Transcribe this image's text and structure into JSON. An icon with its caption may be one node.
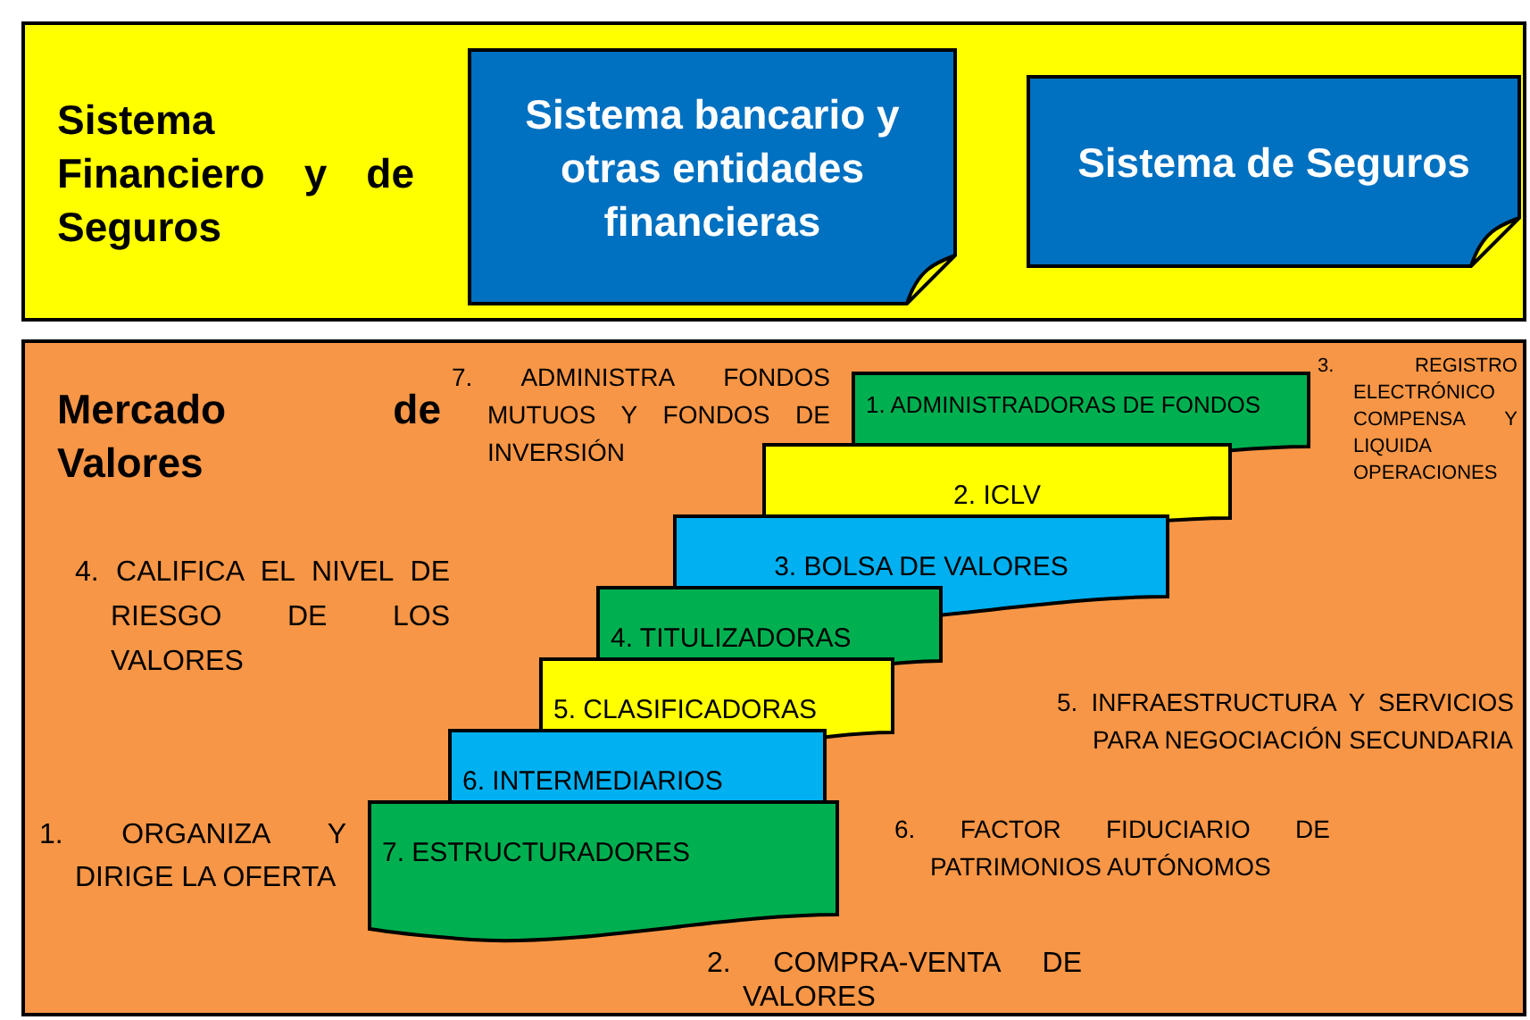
{
  "diagram": {
    "nodes": [
      {
        "text": [
          "Sistema Financiero y de Seguros"
        ]
      },
      {
        "text": [
          "Sistema bancario y otras entidades financieras"
        ],
        "in": 0
      },
      {
        "text": [
          "Sistema de Seguros"
        ],
        "in": 0
      },
      {
        "text": [
          "Mercado de Valores"
        ]
      },
      {
        "text": [
          "1. ADMINISTRADORAS DE FONDOS"
        ],
        "in": 3
      },
      {
        "text": [
          "2. ICLV"
        ],
        "in": 3
      },
      {
        "text": [
          "3. BOLSA DE VALORES"
        ],
        "in": 3
      },
      {
        "text": [
          "4. TITULIZADORAS"
        ],
        "in": 3
      },
      {
        "text": [
          "5. CLASIFICADORAS"
        ],
        "in": 3
      },
      {
        "text": [
          "6. INTERMEDIARIOS"
        ],
        "in": 3
      },
      {
        "text": [
          "7. ESTRUCTURADORES"
        ],
        "in": 3
      }
    ],
    "edges": [],
    "labels": [
      "7. ADMINISTRA FONDOS MUTUOS Y FONDOS DE INVERSIÓN",
      "3. REGISTRO ELECTRÓNICO COMPENSA Y LIQUIDA OPERACIONES",
      "4. CALIFICA EL NIVEL DE RIESGO DE LOS VALORES",
      "5. INFRAESTRUCTURA Y SERVICIOS PARA NEGOCIACIÓN SECUNDARIA",
      "1. ORGANIZA Y DIRIGE LA OFERTA",
      "6. FACTOR FIDUCIARIO DE PATRIMONIOS AUTÓNOMOS",
      "2. COMPRA-VENTA DE VALORES"
    ]
  }
}
